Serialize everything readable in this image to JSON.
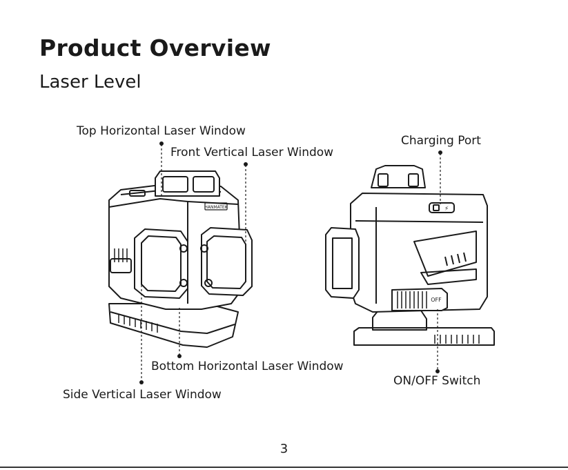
{
  "heading": {
    "title": "Product Overview",
    "subtitle": "Laser Level"
  },
  "callouts": {
    "top_horizontal": "Top Horizontal Laser Window",
    "front_vertical": "Front Vertical Laser Window",
    "charging_port": "Charging Port",
    "bottom_horizontal": "Bottom Horizontal Laser Window",
    "side_vertical": "Side Vertical Laser Window",
    "on_off_switch": "ON/OFF Switch"
  },
  "device": {
    "brand_label": "HANMATEK",
    "switch_label": "OFF",
    "charge_glyph": "⚡"
  },
  "page_number": "3"
}
